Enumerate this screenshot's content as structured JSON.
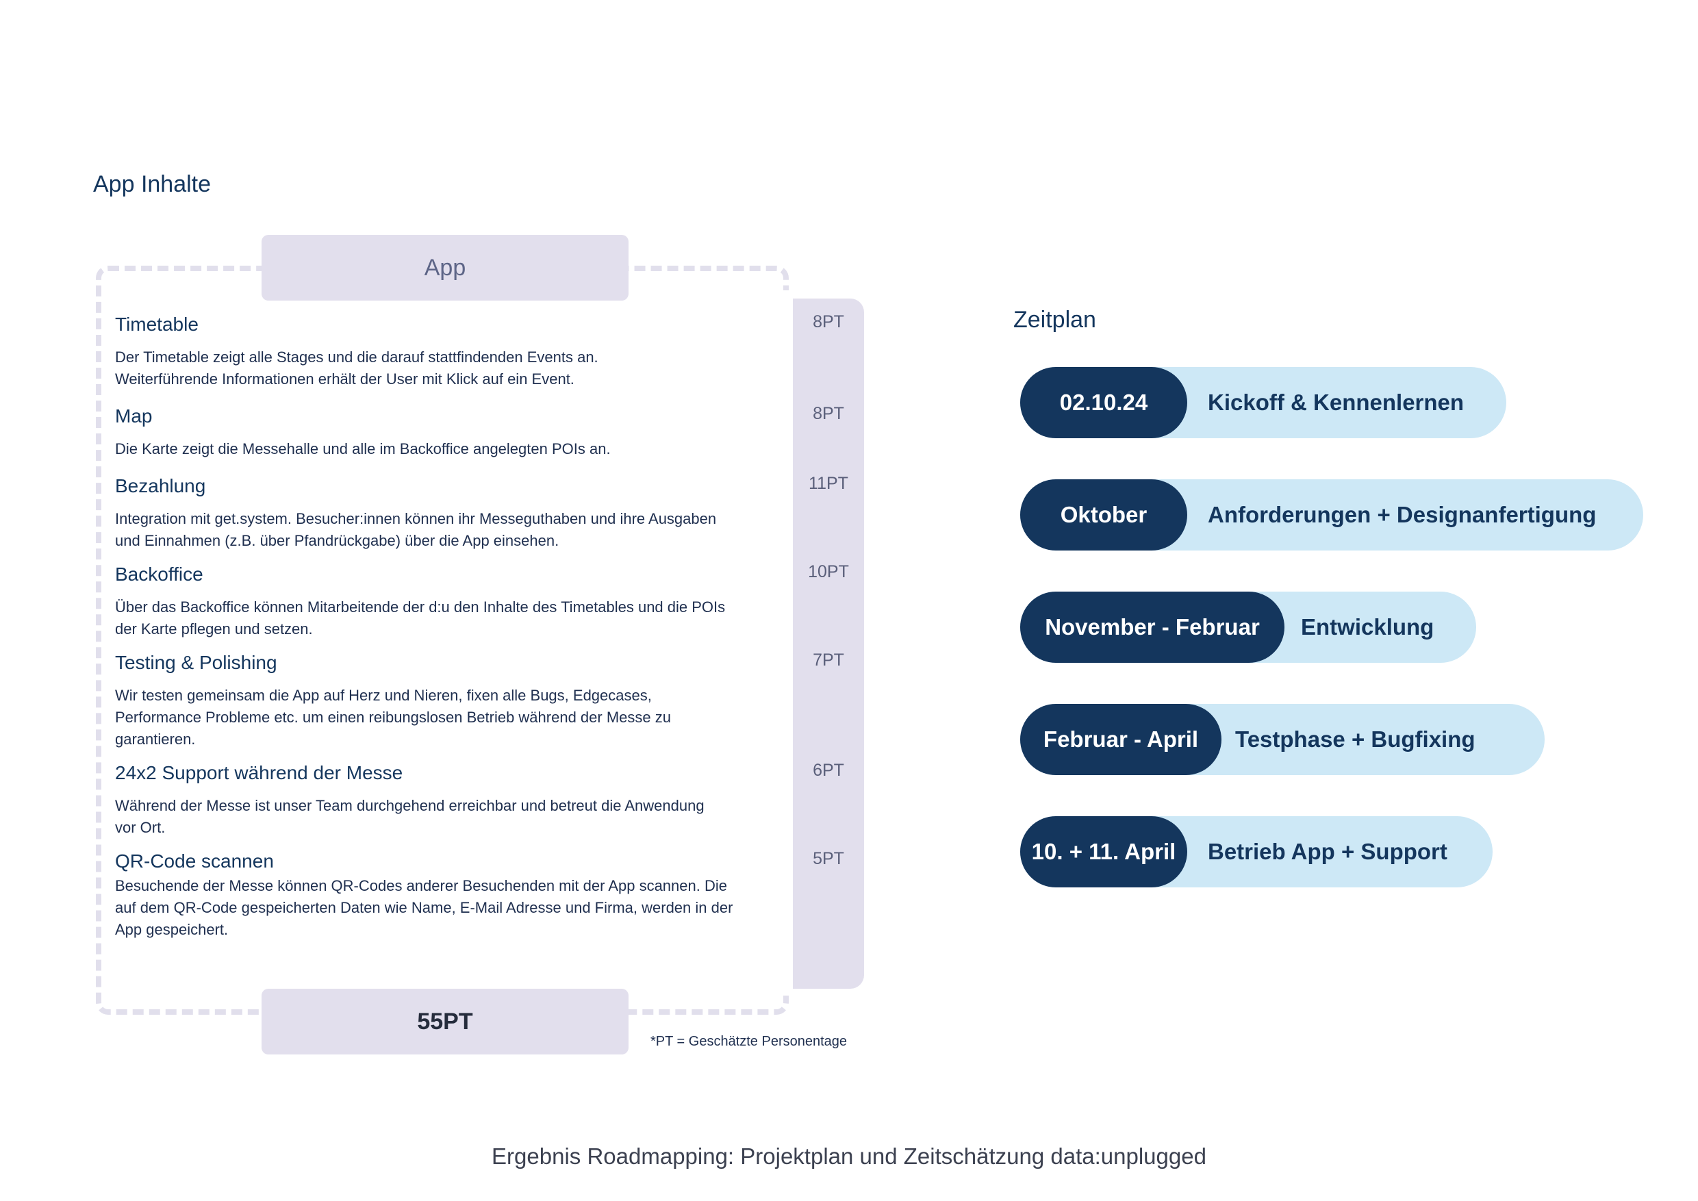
{
  "app_section": {
    "title": "App Inhalte",
    "tab_label": "App",
    "total": "55PT",
    "footnote": "*PT = Geschätzte Personentage",
    "items": [
      {
        "heading": "Timetable",
        "description": "Der Timetable zeigt alle Stages und die darauf stattfindenden Events an.\nWeiterführende Informationen erhält der User mit Klick auf ein Event.",
        "pt": "8PT"
      },
      {
        "heading": "Map",
        "description": "Die Karte zeigt die Messehalle und alle im Backoffice angelegten POIs an.",
        "pt": "8PT"
      },
      {
        "heading": "Bezahlung",
        "description": "Integration mit get.system. Besucher:innen können ihr Messeguthaben und ihre Ausgaben\nund Einnahmen (z.B. über Pfandrückgabe) über die App einsehen.",
        "pt": "11PT"
      },
      {
        "heading": "Backoffice",
        "description": "Über das Backoffice können Mitarbeitende der d:u den Inhalte des Timetables und die POIs\nder Karte pflegen und setzen.",
        "pt": "10PT"
      },
      {
        "heading": "Testing & Polishing",
        "description": "Wir testen gemeinsam die App auf Herz und Nieren, fixen alle Bugs, Edgecases,\nPerformance Probleme etc. um einen reibungslosen Betrieb während der Messe zu\ngarantieren.",
        "pt": "7PT"
      },
      {
        "heading": "24x2 Support während der Messe",
        "description": "Während der Messe ist unser Team durchgehend erreichbar und betreut die Anwendung\nvor Ort.",
        "pt": "6PT"
      },
      {
        "heading": "QR-Code scannen",
        "description": "Besuchende der Messe können QR-Codes anderer Besuchenden mit der App scannen. Die\nauf dem QR-Code gespeicherten Daten wie Name, E-Mail Adresse und Firma, werden in der\nApp gespeichert.",
        "pt": "5PT"
      }
    ]
  },
  "schedule": {
    "title": "Zeitplan",
    "phases": [
      {
        "date": "02.10.24",
        "label": "Kickoff & Kennenlernen"
      },
      {
        "date": "Oktober",
        "label": "Anforderungen + Designanfertigung"
      },
      {
        "date": "November - Februar",
        "label": "Entwicklung"
      },
      {
        "date": "Februar - April",
        "label": "Testphase + Bugfixing"
      },
      {
        "date": "10. + 11. April",
        "label": "Betrieb App + Support"
      }
    ]
  },
  "caption": "Ergebnis Roadmapping: Projektplan und Zeitschätzung data:unplugged",
  "colors": {
    "navy": "#14365d",
    "light_blue": "#cde8f6",
    "lavender": "#e2dfed"
  }
}
